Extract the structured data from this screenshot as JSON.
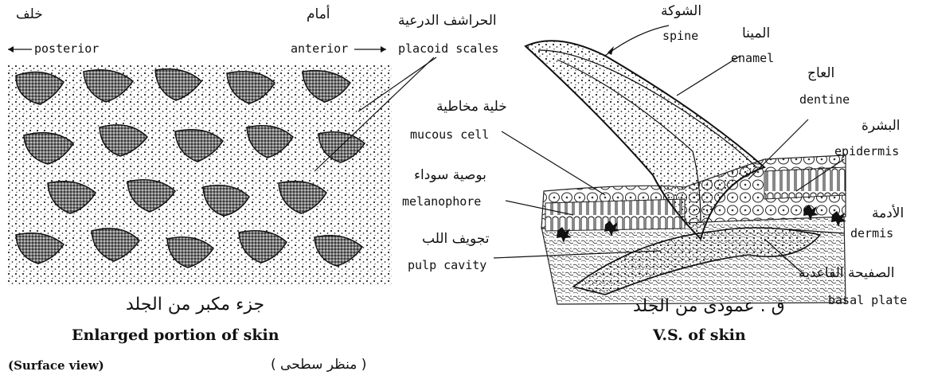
{
  "left_panel": {
    "posterior_ar": "خلف",
    "posterior_en": "posterior",
    "anterior_ar": "أمام",
    "anterior_en": "anterior",
    "scales_ar": "الحراشف الدرعية",
    "scales_en": "placoid scales",
    "caption_ar": "جزء مكبر من الجلد",
    "caption_en": "Enlarged portion of skin",
    "view_en": "(Surface view)",
    "view_ar": "( منظر سطحى )"
  },
  "right_panel": {
    "spine_ar": "الشوكة",
    "spine_en": "spine",
    "enamel_ar": "المينا",
    "enamel_en": "enamel",
    "dentine_ar": "العاج",
    "dentine_en": "dentine",
    "mucous_ar": "خلية مخاطية",
    "mucous_en": "mucous cell",
    "epidermis_ar": "البشرة",
    "epidermis_en": "epidermis",
    "melanophore_ar": "بوصية سوداء",
    "melanophore_en": "melanophore",
    "dermis_ar": "الأدمة",
    "dermis_en": "dermis",
    "pulp_ar": "تجويف اللب",
    "pulp_en": "pulp cavity",
    "basal_ar": "الصفيحة القاعدية",
    "basal_en": "basal plate",
    "caption_ar": "ق . عمودى من الجلد",
    "caption_en": "V.S. of skin"
  }
}
